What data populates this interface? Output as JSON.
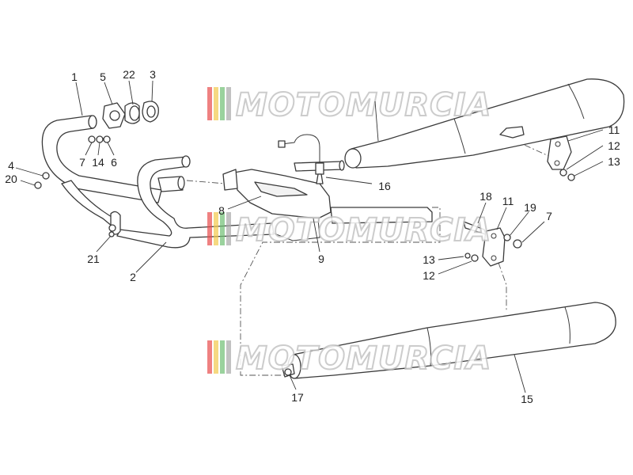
{
  "watermark": {
    "text": "MOTOMURCIA",
    "stripe_colors": [
      "#e84b4b",
      "#f2c94c",
      "#6fbf73",
      "#a8a8a8"
    ]
  },
  "callouts": [
    {
      "id": "c1",
      "text": "1"
    },
    {
      "id": "c5",
      "text": "5"
    },
    {
      "id": "c22",
      "text": "22"
    },
    {
      "id": "c3",
      "text": "3"
    },
    {
      "id": "c4",
      "text": "4"
    },
    {
      "id": "c20",
      "text": "20"
    },
    {
      "id": "c7a",
      "text": "7"
    },
    {
      "id": "c14",
      "text": "14"
    },
    {
      "id": "c6",
      "text": "6"
    },
    {
      "id": "c21",
      "text": "21"
    },
    {
      "id": "c2",
      "text": "2"
    },
    {
      "id": "c8",
      "text": "8"
    },
    {
      "id": "c9",
      "text": "9"
    },
    {
      "id": "c16",
      "text": "16"
    },
    {
      "id": "c11a",
      "text": "11"
    },
    {
      "id": "c12a",
      "text": "12"
    },
    {
      "id": "c13a",
      "text": "13"
    },
    {
      "id": "c18",
      "text": "18"
    },
    {
      "id": "c11b",
      "text": "11"
    },
    {
      "id": "c19",
      "text": "19"
    },
    {
      "id": "c7b",
      "text": "7"
    },
    {
      "id": "c13b",
      "text": "13"
    },
    {
      "id": "c12b",
      "text": "12"
    },
    {
      "id": "c15",
      "text": "15"
    },
    {
      "id": "c17",
      "text": "17"
    }
  ]
}
